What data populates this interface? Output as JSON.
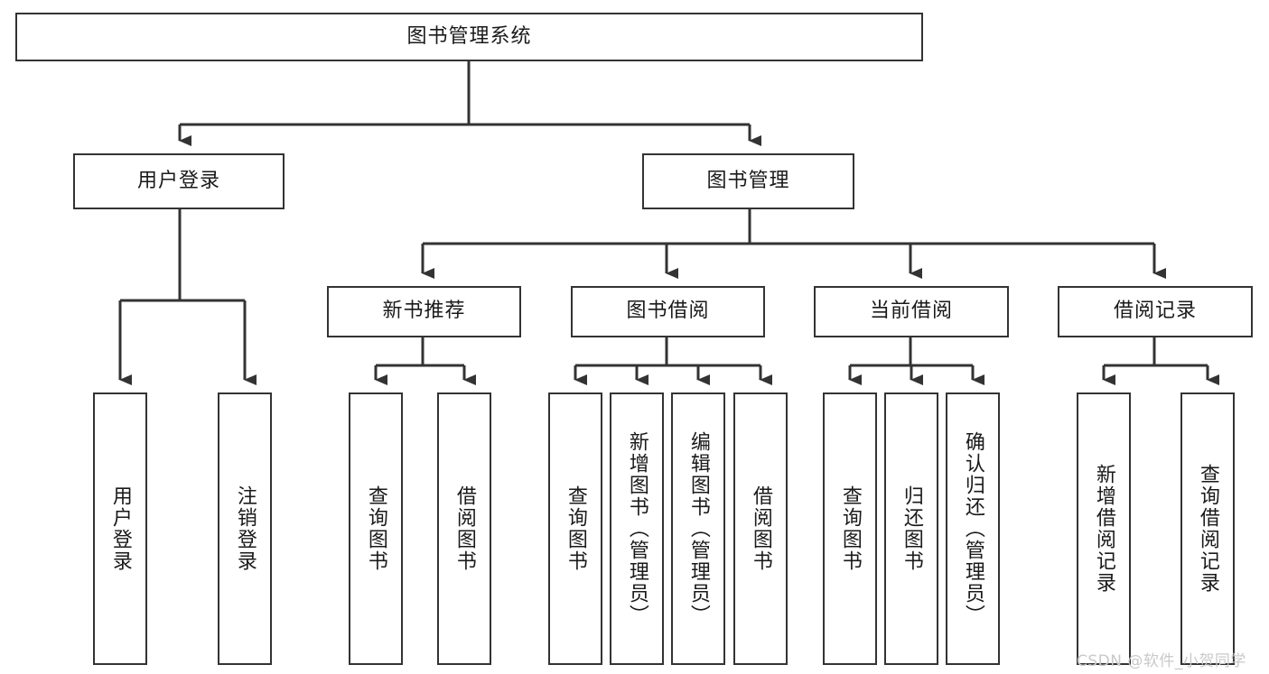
{
  "diagram": {
    "title": "图书管理系统",
    "type": "tree",
    "background_color": "#ffffff",
    "line_color": "#333333",
    "node_fill": "#ffffff",
    "node_border": "#333333",
    "text_color": "#1a1a1a"
  },
  "nodes": {
    "root": {
      "label": "图书管理系统",
      "level": 1,
      "orientation": "horizontal"
    },
    "l2": [
      {
        "id": "user-login",
        "label": "用户登录",
        "level": 2,
        "orientation": "horizontal"
      },
      {
        "id": "book-manage",
        "label": "图书管理",
        "level": 2,
        "orientation": "horizontal"
      }
    ],
    "l3": [
      {
        "id": "new-book-rec",
        "label": "新书推荐",
        "level": 3,
        "orientation": "horizontal",
        "parent": "book-manage"
      },
      {
        "id": "book-borrow",
        "label": "图书借阅",
        "level": 3,
        "orientation": "horizontal",
        "parent": "book-manage"
      },
      {
        "id": "current-borrow",
        "label": "当前借阅",
        "level": 3,
        "orientation": "horizontal",
        "parent": "book-manage"
      },
      {
        "id": "borrow-record",
        "label": "借阅记录",
        "level": 3,
        "orientation": "horizontal",
        "parent": "book-manage"
      }
    ],
    "leaves": [
      {
        "id": "leaf-user-login",
        "label": "用户登录",
        "parent": "user-login",
        "orientation": "vertical"
      },
      {
        "id": "leaf-logout",
        "label": "注销登录",
        "parent": "user-login",
        "orientation": "vertical"
      },
      {
        "id": "leaf-query-book-rec",
        "label": "查询图书",
        "parent": "new-book-rec",
        "orientation": "vertical"
      },
      {
        "id": "leaf-borrow-book-rec",
        "label": "借阅图书",
        "parent": "new-book-rec",
        "orientation": "vertical"
      },
      {
        "id": "leaf-query-book-borrow",
        "label": "查询图书",
        "parent": "book-borrow",
        "orientation": "vertical"
      },
      {
        "id": "leaf-add-book",
        "label": "新增图书（管理员）",
        "parent": "book-borrow",
        "orientation": "vertical"
      },
      {
        "id": "leaf-edit-book",
        "label": "编辑图书（管理员）",
        "parent": "book-borrow",
        "orientation": "vertical"
      },
      {
        "id": "leaf-borrow-book",
        "label": "借阅图书",
        "parent": "book-borrow",
        "orientation": "vertical"
      },
      {
        "id": "leaf-query-book-cur",
        "label": "查询图书",
        "parent": "current-borrow",
        "orientation": "vertical"
      },
      {
        "id": "leaf-return-book",
        "label": "归还图书",
        "parent": "current-borrow",
        "orientation": "vertical"
      },
      {
        "id": "leaf-confirm-return",
        "label": "确认归还（管理员）",
        "parent": "current-borrow",
        "orientation": "vertical"
      },
      {
        "id": "leaf-add-record",
        "label": "新增借阅记录",
        "parent": "borrow-record",
        "orientation": "vertical"
      },
      {
        "id": "leaf-query-record",
        "label": "查询借阅记录",
        "parent": "borrow-record",
        "orientation": "vertical"
      }
    ]
  },
  "watermark": {
    "text": "CSDN @软件_小贺同学",
    "color": "#c9c9c9"
  }
}
